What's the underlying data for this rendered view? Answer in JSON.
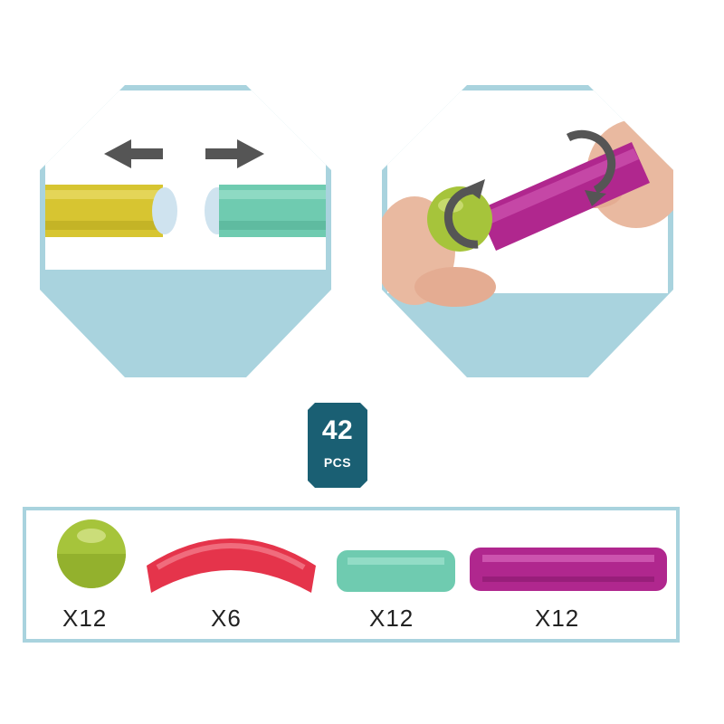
{
  "colors": {
    "frame": "#a9d3de",
    "badge": "#1a5f73",
    "ball": "#a6c43b",
    "arch": "#e5344b",
    "short_rod": "#6fcbb0",
    "long_rod": "#b0278e",
    "yellow_rod": "#d7c531",
    "arrow": "#555555"
  },
  "badge": {
    "number": "42",
    "unit": "PCS"
  },
  "parts": [
    {
      "name": "ball",
      "quantity": "X12"
    },
    {
      "name": "arch",
      "quantity": "X6"
    },
    {
      "name": "short-rod",
      "quantity": "X12"
    },
    {
      "name": "long-rod",
      "quantity": "X12"
    }
  ]
}
